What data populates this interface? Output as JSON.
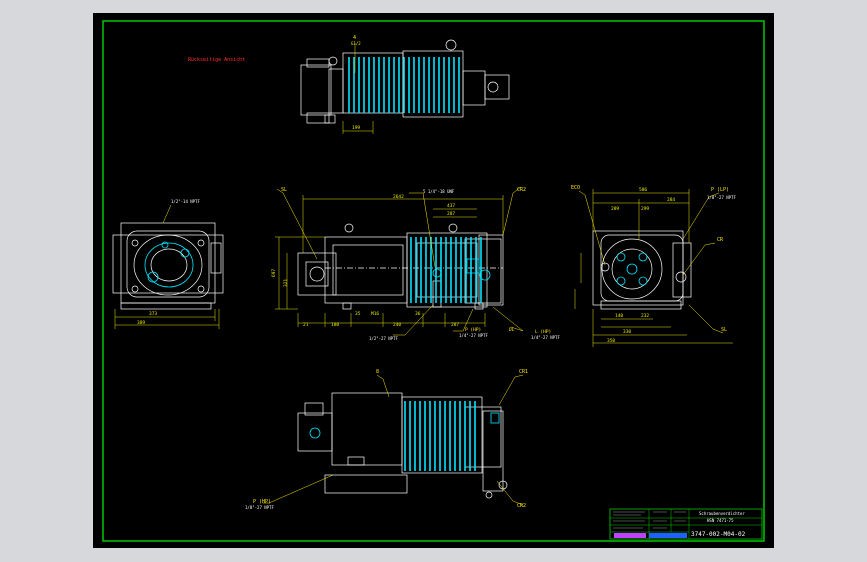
{
  "drawing": {
    "view_note": "Rückseitige Ansicht",
    "title_block": {
      "title_line1": "Schraubenverdichter",
      "title_line2": "HSN 7471-75",
      "drawing_number": "3747-002-M04-02"
    }
  },
  "labels": {
    "top_view": {
      "callout": "4",
      "sub": "G1/2",
      "dim": "199"
    },
    "left_view": {
      "thread": "1/2\"-14 NPTF",
      "dim_a": "373",
      "dim_b": "389"
    },
    "front_view": {
      "callout_left": "SL",
      "callout_right": "CR2",
      "overall": "2642",
      "top_note": "5 1/4\"-18 UNF",
      "dim_r1": "437",
      "dim_r2": "287",
      "dim_v1": "697",
      "dim_v2": "321",
      "dim_b1": "21",
      "dim_b2": "180",
      "dim_b3": "35",
      "dim_b4": "M16",
      "dim_b5": "240",
      "dim_b6": "36",
      "dim_b7": "287",
      "bot_note1": "1/2\"-27 NPTF",
      "bot_note2": "1/4\"-27 NPTF",
      "bot_note3": "1/4\"-27 NPTF",
      "mid_note1": "P (HP)",
      "mid_note2": "L (HP)",
      "mid_note3": "DL"
    },
    "right_view": {
      "callout_left": "ECO",
      "dim_top": "586",
      "dim_a": "289",
      "dim_b": "299",
      "dim_c": "284",
      "callout_right": "P (LP)",
      "note_right": "1/8\"-27 NPTF",
      "callout_cr": "CR",
      "dim_b1": "140",
      "dim_b2": "232",
      "dim_b3": "330",
      "dim_b4": "350",
      "callout_bottom": "SL"
    },
    "bottom_view": {
      "callout_top": "8",
      "callout_right": "CR1",
      "callout_left": "P (HP)",
      "note_left": "1/8\"-27 NPTF",
      "callout_br": "CR2"
    }
  },
  "colors": {
    "background": "#000000",
    "outline": "#ffffff",
    "fins": "#00e5ff",
    "dimension": "#e8e800",
    "leader": "#ffe600",
    "note": "#ff3030",
    "border": "#00c800",
    "page": "#d6d8dc"
  }
}
